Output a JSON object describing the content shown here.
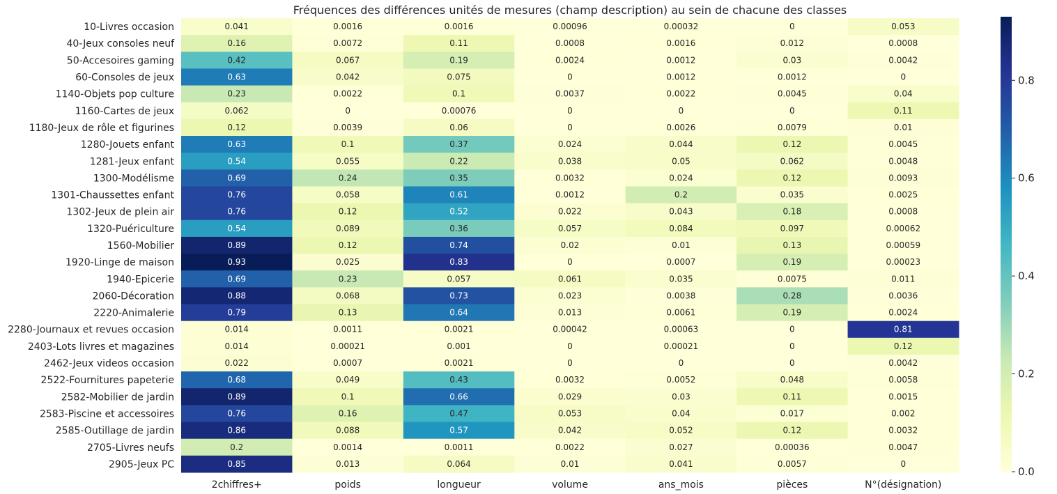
{
  "chart_data": {
    "type": "heatmap",
    "title": "Fréquences des différences unités de mesures (champ description) au sein de chacune des classes",
    "xlabel": "",
    "ylabel": "",
    "columns": [
      "2chiffres+",
      "poids",
      "longueur",
      "volume",
      "ans_mois",
      "pièces",
      "N°(désignation)"
    ],
    "rows": [
      "10-Livres occasion",
      "40-Jeux consoles neuf",
      "50-Accesoires gaming",
      "60-Consoles de jeux",
      "1140-Objets pop culture",
      "1160-Cartes de jeux",
      "1180-Jeux de rôle et figurines",
      "1280-Jouets enfant",
      "1281-Jeux enfant",
      "1300-Modélisme",
      "1301-Chaussettes enfant",
      "1302-Jeux de plein air",
      "1320-Puériculture",
      "1560-Mobilier",
      "1920-Linge de maison",
      "1940-Epicerie",
      "2060-Décoration",
      "2220-Animalerie",
      "2280-Journaux et revues occasion",
      "2403-Lots livres et magazines",
      "2462-Jeux videos occasion",
      "2522-Fournitures papeterie",
      "2582-Mobilier de jardin",
      "2583-Piscine et accessoires",
      "2585-Outillage de jardin",
      "2705-Livres neufs",
      "2905-Jeux PC"
    ],
    "values": [
      [
        0.041,
        0.0016,
        0.0016,
        0.00096,
        0.00032,
        0,
        0.053
      ],
      [
        0.16,
        0.0072,
        0.11,
        0.0008,
        0.0016,
        0.012,
        0.0008
      ],
      [
        0.42,
        0.067,
        0.19,
        0.0024,
        0.0012,
        0.03,
        0.0042
      ],
      [
        0.63,
        0.042,
        0.075,
        0,
        0.0012,
        0.0012,
        0
      ],
      [
        0.23,
        0.0022,
        0.1,
        0.0037,
        0.0022,
        0.0045,
        0.04
      ],
      [
        0.062,
        0,
        0.00076,
        0,
        0,
        0,
        0.11
      ],
      [
        0.12,
        0.0039,
        0.06,
        0,
        0.0026,
        0.0079,
        0.01
      ],
      [
        0.63,
        0.1,
        0.37,
        0.024,
        0.044,
        0.12,
        0.0045
      ],
      [
        0.54,
        0.055,
        0.22,
        0.038,
        0.05,
        0.062,
        0.0048
      ],
      [
        0.69,
        0.24,
        0.35,
        0.0032,
        0.024,
        0.12,
        0.0093
      ],
      [
        0.76,
        0.058,
        0.61,
        0.0012,
        0.2,
        0.035,
        0.0025
      ],
      [
        0.76,
        0.12,
        0.52,
        0.022,
        0.043,
        0.18,
        0.0008
      ],
      [
        0.54,
        0.089,
        0.36,
        0.057,
        0.084,
        0.097,
        0.00062
      ],
      [
        0.89,
        0.12,
        0.74,
        0.02,
        0.01,
        0.13,
        0.00059
      ],
      [
        0.93,
        0.025,
        0.83,
        0,
        0.0007,
        0.19,
        0.00023
      ],
      [
        0.69,
        0.23,
        0.057,
        0.061,
        0.035,
        0.0075,
        0.011
      ],
      [
        0.88,
        0.068,
        0.73,
        0.023,
        0.0038,
        0.28,
        0.0036
      ],
      [
        0.79,
        0.13,
        0.64,
        0.013,
        0.0061,
        0.19,
        0.0024
      ],
      [
        0.014,
        0.0011,
        0.0021,
        0.00042,
        0.00063,
        0,
        0.81
      ],
      [
        0.014,
        0.00021,
        0.001,
        0,
        0.00021,
        0,
        0.12
      ],
      [
        0.022,
        0.0007,
        0.0021,
        0,
        0,
        0,
        0.0042
      ],
      [
        0.68,
        0.049,
        0.43,
        0.0032,
        0.0052,
        0.048,
        0.0058
      ],
      [
        0.89,
        0.1,
        0.66,
        0.029,
        0.03,
        0.11,
        0.0015
      ],
      [
        0.76,
        0.16,
        0.47,
        0.053,
        0.04,
        0.017,
        0.002
      ],
      [
        0.86,
        0.088,
        0.57,
        0.042,
        0.052,
        0.12,
        0.0032
      ],
      [
        0.2,
        0.0014,
        0.0011,
        0.0022,
        0.027,
        0.00036,
        0.0047
      ],
      [
        0.85,
        0.013,
        0.064,
        0.01,
        0.041,
        0.0057,
        0
      ]
    ],
    "colormap": "YlGnBu",
    "colorbar": {
      "range": [
        0,
        0.93
      ],
      "ticks": [
        0.0,
        0.2,
        0.4,
        0.6,
        0.8
      ],
      "tick_labels": [
        "0.0",
        "0.2",
        "0.4",
        "0.6",
        "0.8"
      ]
    },
    "colors": {
      "low": "#ffffd9",
      "high": "#081d58"
    }
  }
}
